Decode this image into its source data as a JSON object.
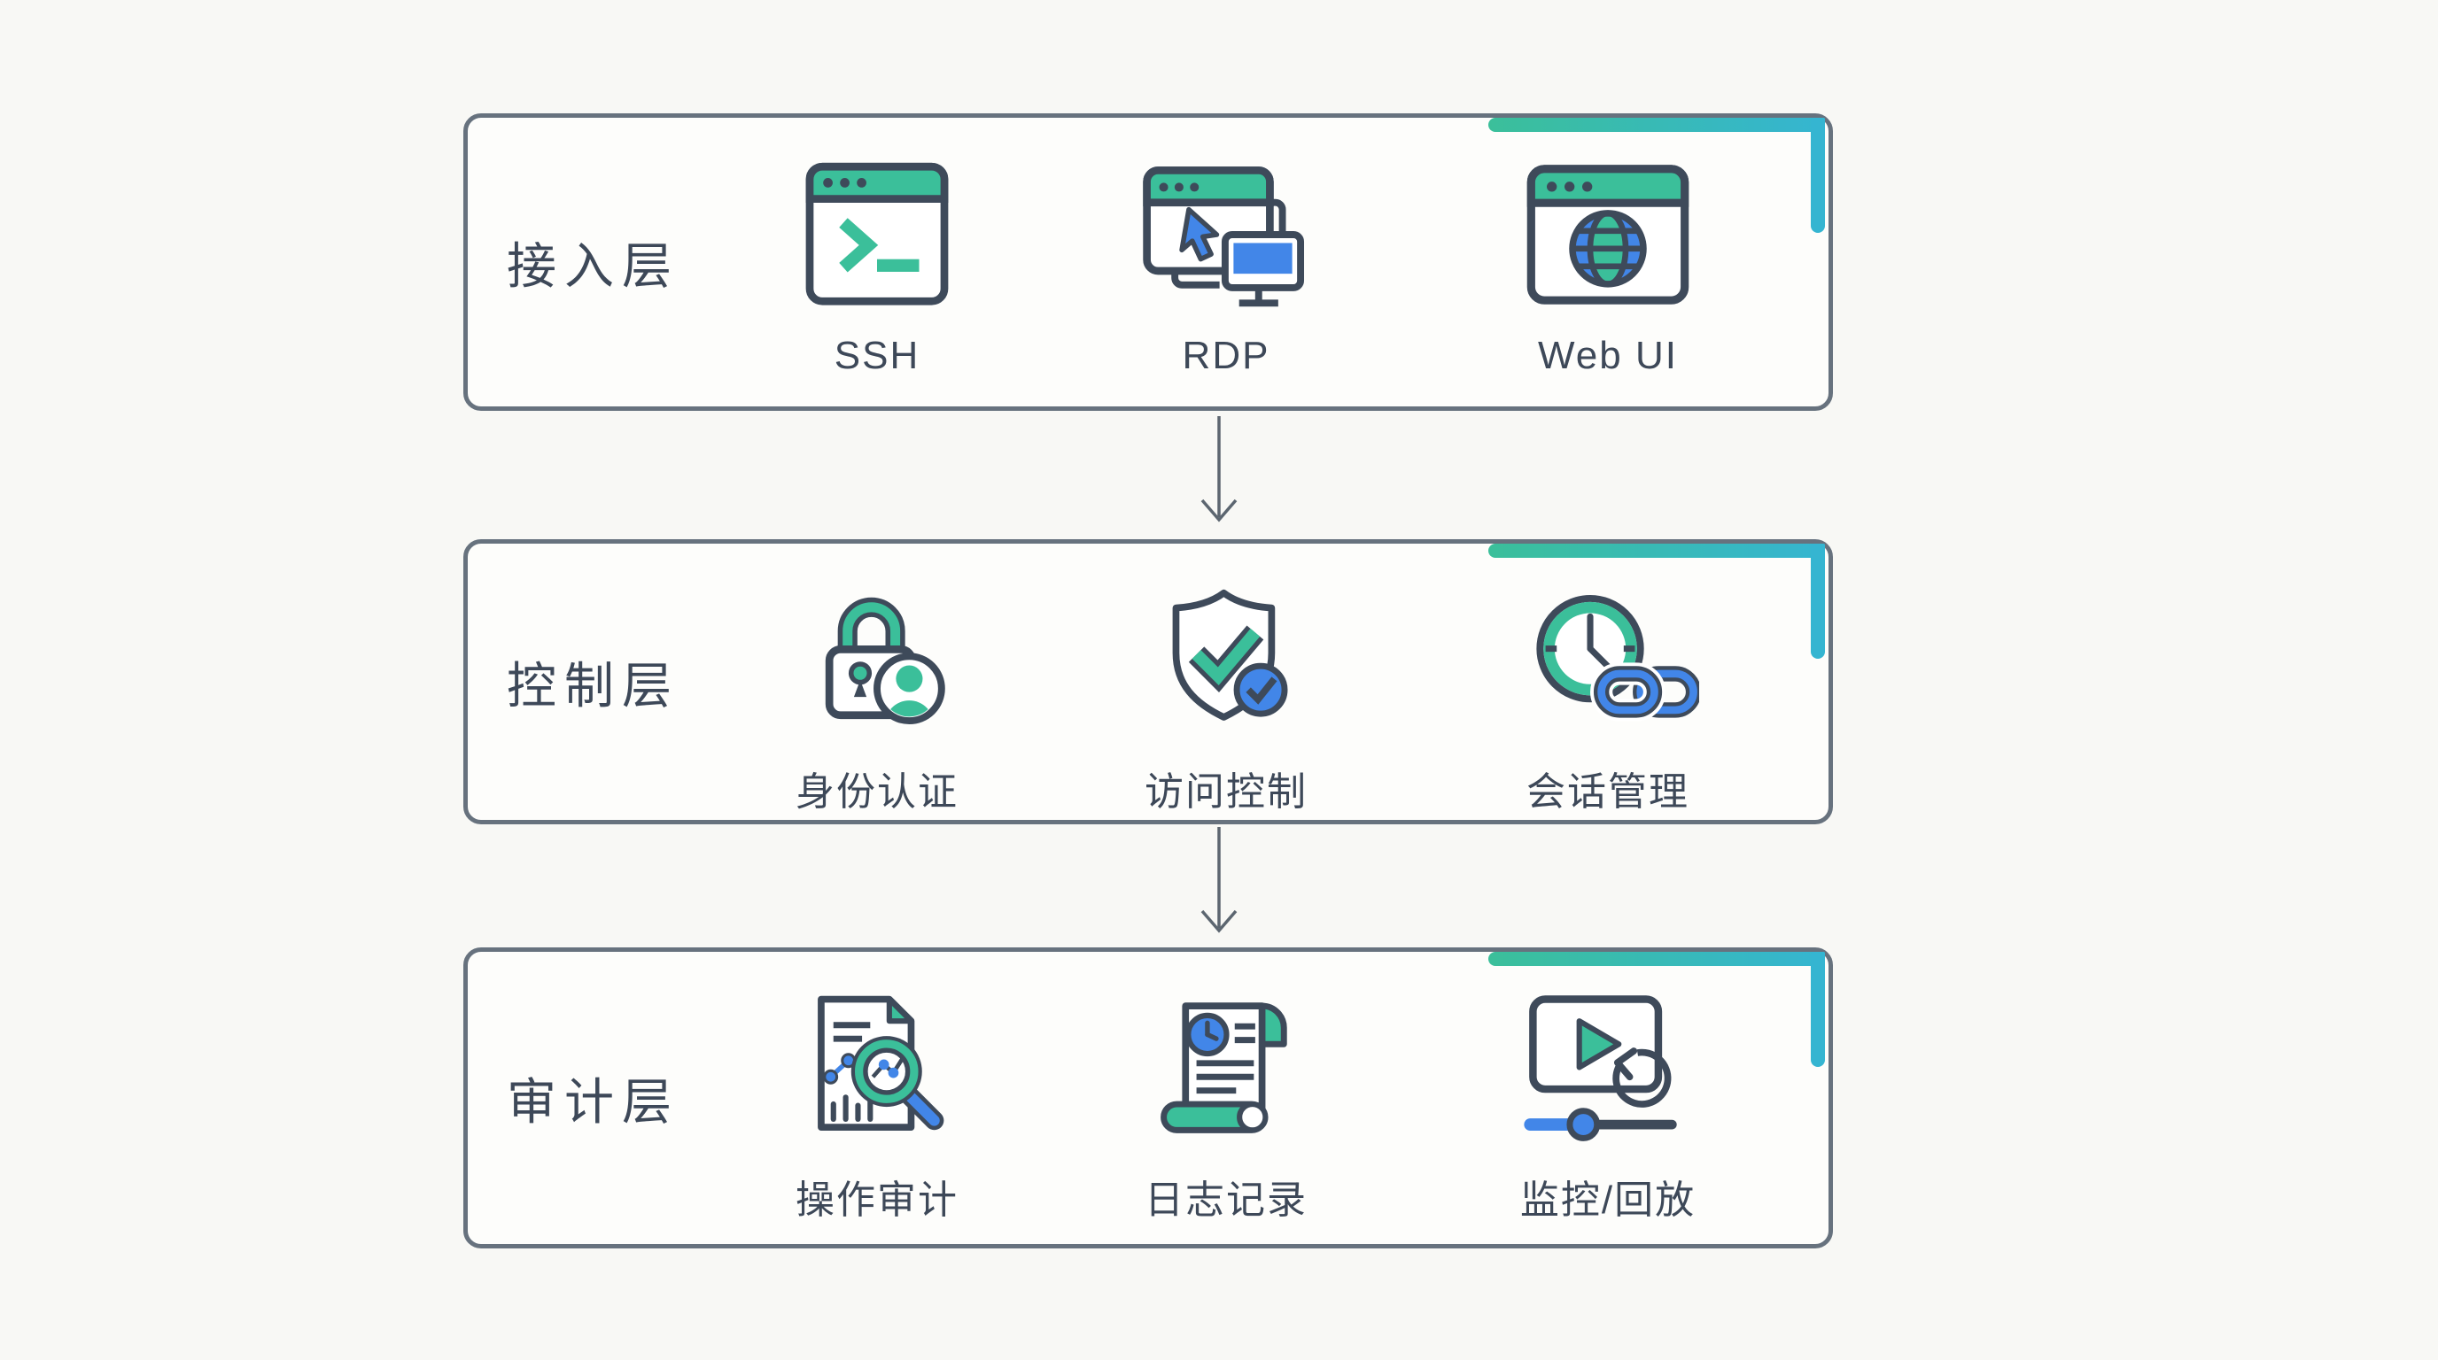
{
  "diagram": {
    "colors": {
      "green": "#3bbf9a",
      "teal": "#35b5d1",
      "blue": "#4286e8",
      "outline": "#3e4a5a",
      "box_border": "#67727e",
      "text": "#3d4858",
      "background": "#f8f8f5"
    },
    "layers": [
      {
        "id": "access",
        "title": "接入层",
        "items": [
          {
            "label": "SSH",
            "icon": "terminal-window-icon"
          },
          {
            "label": "RDP",
            "icon": "remote-desktop-icon"
          },
          {
            "label": "Web UI",
            "icon": "browser-globe-icon"
          }
        ]
      },
      {
        "id": "control",
        "title": "控制层",
        "items": [
          {
            "label": "身份认证",
            "icon": "lock-user-icon"
          },
          {
            "label": "访问控制",
            "icon": "shield-check-icon"
          },
          {
            "label": "会话管理",
            "icon": "clock-chain-icon"
          }
        ]
      },
      {
        "id": "audit",
        "title": "审计层",
        "items": [
          {
            "label": "操作审计",
            "icon": "document-magnifier-icon"
          },
          {
            "label": "日志记录",
            "icon": "log-scroll-icon"
          },
          {
            "label": "监控/回放",
            "icon": "video-replay-icon"
          }
        ]
      }
    ],
    "connectors": [
      {
        "from": "access",
        "to": "control"
      },
      {
        "from": "control",
        "to": "audit"
      }
    ]
  }
}
